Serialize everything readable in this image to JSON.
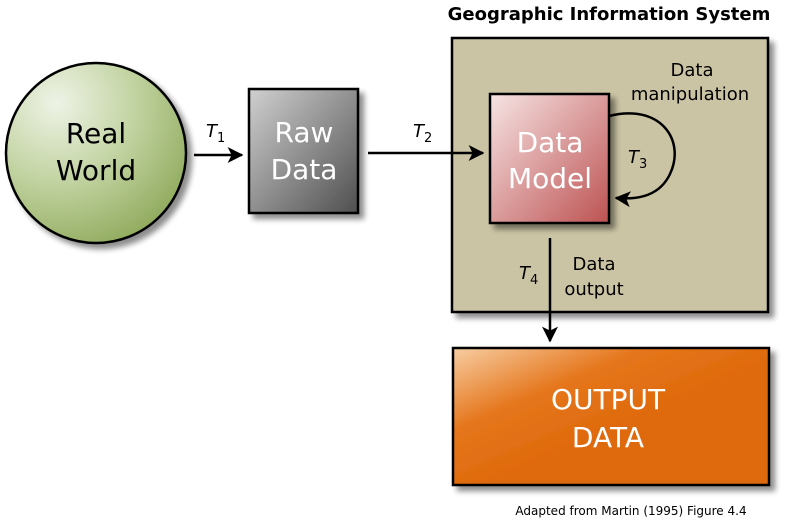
{
  "title": "Geographic Information System",
  "nodes": {
    "real_world": {
      "line1": "Real",
      "line2": "World"
    },
    "raw_data": {
      "line1": "Raw",
      "line2": "Data"
    },
    "data_model": {
      "line1": "Data",
      "line2": "Model"
    },
    "output_data": {
      "line1": "OUTPUT",
      "line2": "DATA"
    }
  },
  "transforms": {
    "t1": {
      "symbol": "T",
      "subscript": "1"
    },
    "t2": {
      "symbol": "T",
      "subscript": "2"
    },
    "t3": {
      "symbol": "T",
      "subscript": "3"
    },
    "t4": {
      "symbol": "T",
      "subscript": "4"
    }
  },
  "labels": {
    "manipulation_line1": "Data",
    "manipulation_line2": "manipulation",
    "output_line1": "Data",
    "output_line2": "output"
  },
  "caption": "Adapted from Martin (1995) Figure 4.4",
  "colors": {
    "real_world_light": "#e6eedb",
    "real_world_dark": "#8aa553",
    "raw_data_light": "#c9c9c9",
    "raw_data_dark": "#575757",
    "gis_panel": "#cbc4a4",
    "data_model_light": "#f5dede",
    "data_model_dark": "#c05a5a",
    "output_light": "#f5c79a",
    "output_dark": "#e06d0f",
    "stroke": "#000000"
  }
}
